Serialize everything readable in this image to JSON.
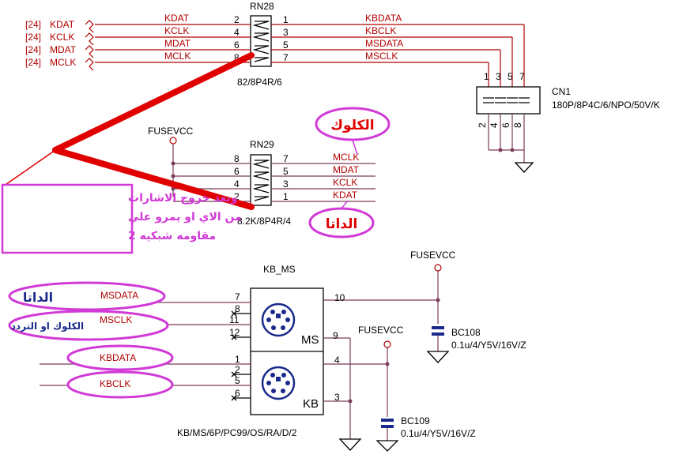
{
  "rn28": {
    "ref": "RN28",
    "value": "82/8P4R/6",
    "left_pins": [
      "2",
      "4",
      "6",
      "8"
    ],
    "right_pins": [
      "1",
      "3",
      "5",
      "7"
    ],
    "left_nets": [
      "KDAT",
      "KCLK",
      "MDAT",
      "MCLK"
    ],
    "right_nets": [
      "KBDATA",
      "KBCLK",
      "MSDATA",
      "MSCLK"
    ]
  },
  "offpage": {
    "sheet": "[24]",
    "nets": [
      "KDAT",
      "KCLK",
      "MDAT",
      "MCLK"
    ]
  },
  "cn1": {
    "ref": "CN1",
    "value": "180P/8P4C/6/NPO/50V/K",
    "top_pins": [
      "1",
      "3",
      "5",
      "7"
    ],
    "bottom_pins": [
      "2",
      "4",
      "6",
      "8"
    ]
  },
  "rn29": {
    "ref": "RN29",
    "value": "8.2K/8P4R/4",
    "power": "FUSEVCC",
    "left_pins": [
      "8",
      "6",
      "4",
      "2"
    ],
    "right_pins": [
      "7",
      "5",
      "3",
      "1"
    ],
    "right_nets": [
      "MCLK",
      "MDAT",
      "KCLK",
      "KDAT"
    ]
  },
  "kbms": {
    "ref": "KB_MS",
    "value": "KB/MS/6P/PC99/OS/RA/D/2",
    "ms_label": "MS",
    "kb_label": "KB",
    "left_pins": [
      "7",
      "8",
      "11",
      "12",
      "1",
      "2",
      "5",
      "6"
    ],
    "right_pins": [
      "10",
      "9",
      "4",
      "3"
    ],
    "nets": [
      "MSDATA",
      "MSCLK",
      "KBDATA",
      "KBCLK"
    ]
  },
  "bc108": {
    "ref": "BC108",
    "value": "0.1u/4/Y5V/16V/Z",
    "power": "FUSEVCC"
  },
  "bc109": {
    "ref": "BC109",
    "value": "0.1u/4/Y5V/16V/Z",
    "power": "FUSEVCC"
  },
  "annotations": {
    "clock_top": "الكلوك",
    "data_mid": "الداتا",
    "note_lines": [
      "وبعد خروج الاشارات",
      "من الاي او يمرو علي",
      "مقاومه شبكيه 2"
    ],
    "data_left": "الداتا",
    "clock_left": "الكلوك او التردد"
  },
  "colors": {
    "wire": "#b00000",
    "pullup_wire": "#7a3c5a",
    "highlight": "#e00000",
    "annotation": "#d13ad6"
  }
}
